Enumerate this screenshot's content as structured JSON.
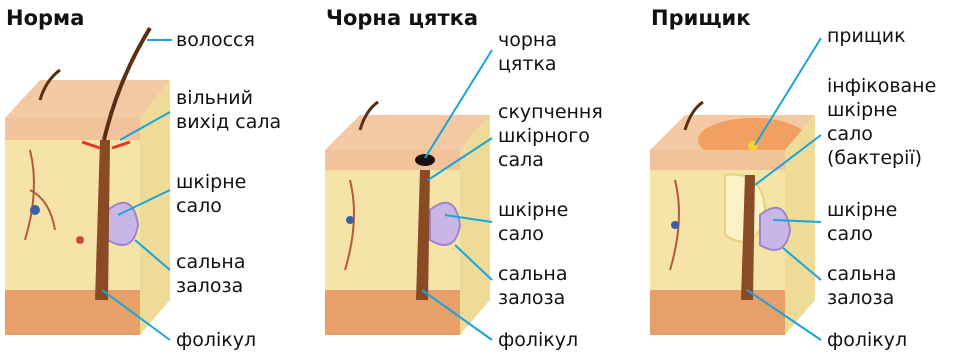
{
  "colors": {
    "skin_top": "#f3c9a4",
    "skin_side": "#e9b98d",
    "dermis": "#f6e3a8",
    "fat": "#e8a06a",
    "follicle": "#8a4a26",
    "gland": "#c9b6e6",
    "leader_line": "#17a5dc",
    "red_arrow": "#e8322a",
    "pimple": "#f07b2c"
  },
  "panels": [
    {
      "title": "Норма",
      "labels": [
        {
          "text": "волосся"
        },
        {
          "text": "вільний\nвихід сала"
        },
        {
          "text": "шкірне\nсало"
        },
        {
          "text": "сальна\nзалоза"
        },
        {
          "text": "фолікул"
        }
      ]
    },
    {
      "title": "Чорна цятка",
      "labels": [
        {
          "text": "чорна\nцятка"
        },
        {
          "text": "скупчення\nшкірного\nсала"
        },
        {
          "text": "шкірне\nсало"
        },
        {
          "text": "сальна\nзалоза"
        },
        {
          "text": "фолікул"
        }
      ]
    },
    {
      "title": "Прищик",
      "labels": [
        {
          "text": "прищик"
        },
        {
          "text": "інфіковане\nшкірне\nсало\n(бактерії)"
        },
        {
          "text": "шкірне\nсало"
        },
        {
          "text": "сальна\nзалоза"
        },
        {
          "text": "фолікул"
        }
      ]
    }
  ]
}
